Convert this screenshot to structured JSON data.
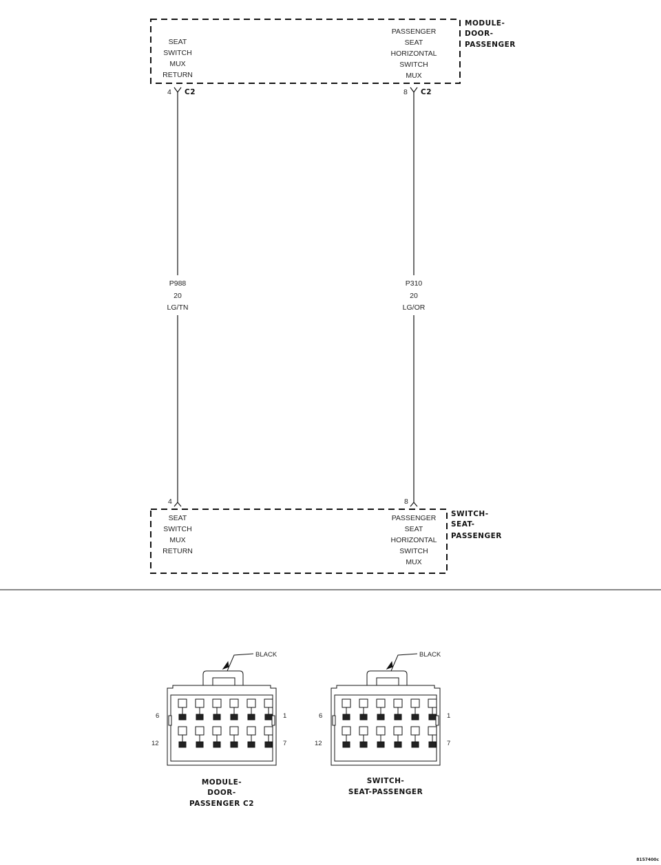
{
  "top_module": {
    "name_lines": [
      "MODULE-",
      "DOOR-",
      "PASSENGER"
    ],
    "left_pin_lines": [
      "SEAT",
      "SWITCH",
      "MUX",
      "RETURN"
    ],
    "right_pin_lines": [
      "PASSENGER",
      "SEAT",
      "HORIZONTAL",
      "SWITCH",
      "MUX"
    ],
    "left_pin": "4",
    "right_pin": "8",
    "connector": "C2"
  },
  "wires": [
    {
      "circuit": "P988",
      "gauge": "20",
      "color": "LG/TN"
    },
    {
      "circuit": "P310",
      "gauge": "20",
      "color": "LG/OR"
    }
  ],
  "bottom_module": {
    "name_lines": [
      "SWITCH-",
      "SEAT-",
      "PASSENGER"
    ],
    "left_pin_lines": [
      "SEAT",
      "SWITCH",
      "MUX",
      "RETURN"
    ],
    "right_pin_lines": [
      "PASSENGER",
      "SEAT",
      "HORIZONTAL",
      "SWITCH",
      "MUX"
    ],
    "left_pin": "4",
    "right_pin": "8"
  },
  "connector_views": [
    {
      "color_label": "BLACK",
      "pin_6": "6",
      "pin_1": "1",
      "pin_12": "12",
      "pin_7": "7",
      "caption_lines": [
        "MODULE-",
        "DOOR-",
        "PASSENGER C2"
      ]
    },
    {
      "color_label": "BLACK",
      "pin_6": "6",
      "pin_1": "1",
      "pin_12": "12",
      "pin_7": "7",
      "caption_lines": [
        "SWITCH-",
        "SEAT-PASSENGER"
      ]
    }
  ],
  "figure_id": "8157400c"
}
